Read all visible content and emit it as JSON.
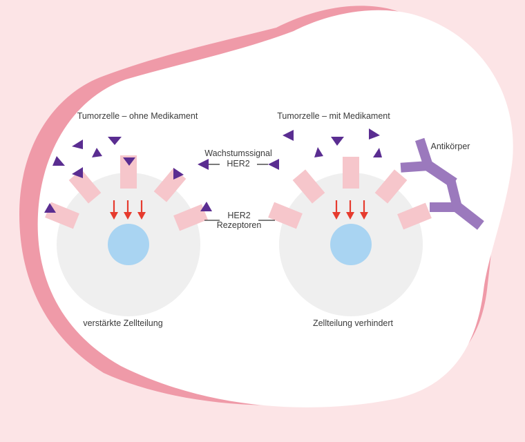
{
  "left_panel": {
    "title": "Tumorzelle – ohne Medikament",
    "caption": "verstärkte Zellteilung"
  },
  "right_panel": {
    "title": "Tumorzelle – mit Medikament",
    "caption": "Zellteilung verhindert",
    "antibody_label": "Antikörper"
  },
  "center_labels": {
    "signal_line1": "Wachstumssignal",
    "signal_line2": "HER2",
    "receptor_line1": "HER2",
    "receptor_line2": "Rezeptoren"
  },
  "colors": {
    "background": "#fce4e6",
    "blob_shadow": "#ef9aa8",
    "blob": "#ffffff",
    "cell": "#efefef",
    "nucleus": "#a9d4f2",
    "receptor": "#f6c6cb",
    "signal": "#5a2d91",
    "arrow": "#e63b2e",
    "antibody": "#9b79bd",
    "line": "#333333"
  }
}
